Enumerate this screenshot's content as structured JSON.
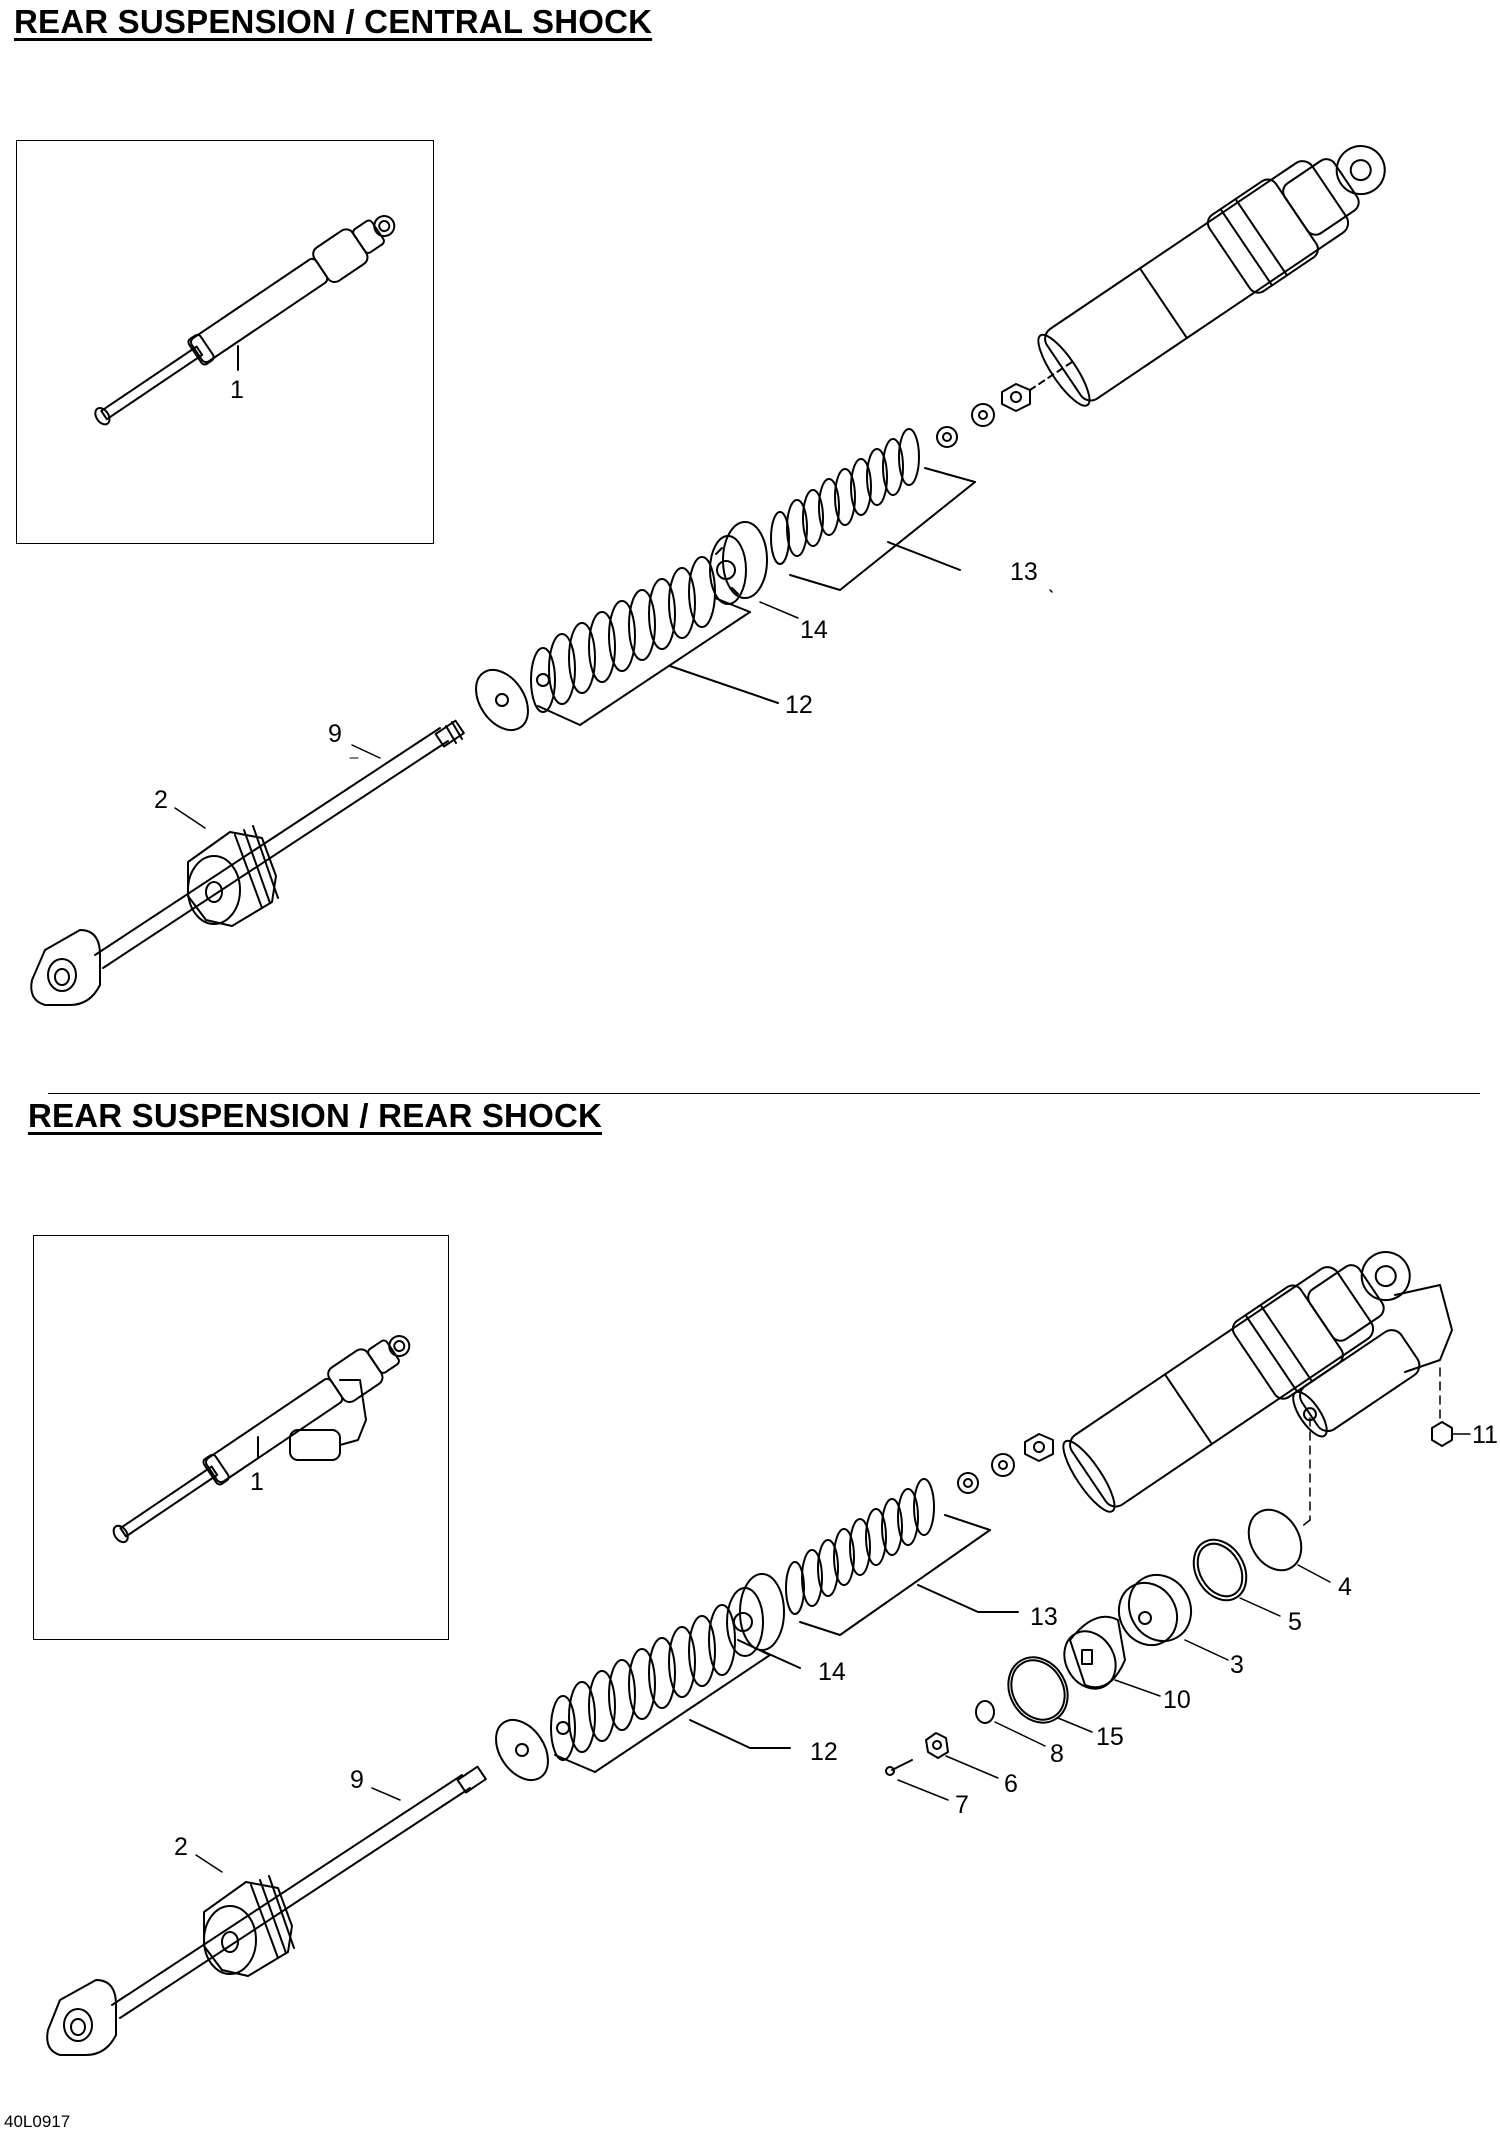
{
  "sections": [
    {
      "title": "REAR SUSPENSION / CENTRAL SHOCK",
      "inset_label": "1",
      "callouts": [
        "9",
        "2",
        "12",
        "14",
        "13"
      ]
    },
    {
      "title": "REAR SUSPENSION / REAR SHOCK",
      "inset_label": "1",
      "callouts": [
        "11",
        "4",
        "5",
        "3",
        "13",
        "10",
        "14",
        "15",
        "12",
        "8",
        "6",
        "7",
        "9",
        "2"
      ]
    }
  ],
  "footer": {
    "code": "40L0917"
  }
}
